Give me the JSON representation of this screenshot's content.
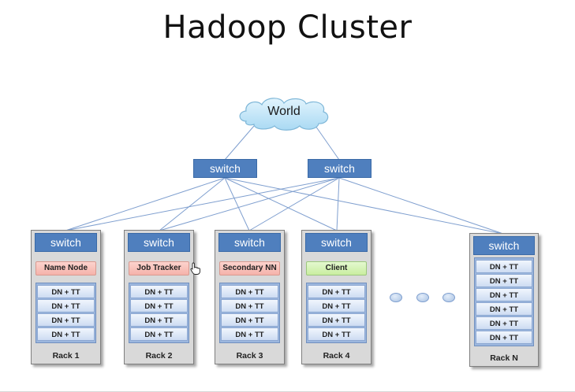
{
  "title": "Hadoop Cluster",
  "cloud": {
    "label": "World"
  },
  "core_switches": [
    "switch",
    "switch"
  ],
  "racks": [
    {
      "switch": "switch",
      "role": "Name Node",
      "role_type": "red",
      "nodes": [
        "DN + TT",
        "DN + TT",
        "DN + TT",
        "DN + TT"
      ],
      "label": "Rack 1"
    },
    {
      "switch": "switch",
      "role": "Job Tracker",
      "role_type": "red",
      "nodes": [
        "DN + TT",
        "DN + TT",
        "DN + TT",
        "DN + TT"
      ],
      "label": "Rack 2"
    },
    {
      "switch": "switch",
      "role": "Secondary NN",
      "role_type": "red",
      "nodes": [
        "DN + TT",
        "DN + TT",
        "DN + TT",
        "DN + TT"
      ],
      "label": "Rack 3"
    },
    {
      "switch": "switch",
      "role": "Client",
      "role_type": "green",
      "nodes": [
        "DN + TT",
        "DN + TT",
        "DN + TT",
        "DN + TT"
      ],
      "label": "Rack 4"
    },
    {
      "switch": "switch",
      "role": "",
      "role_type": "",
      "nodes": [
        "DN + TT",
        "DN + TT",
        "DN + TT",
        "DN + TT",
        "DN + TT",
        "DN + TT"
      ],
      "label": "Rack N"
    }
  ],
  "ellipsis_dots": 3,
  "colors": {
    "switch": "#4f7fbe",
    "link": "#7f9fcf",
    "rack": "#d9d9d9",
    "role_red": "#f5b2aa",
    "role_green": "#c9ee9f",
    "node": "#cddcf2",
    "cloud": "#bfe3f7"
  },
  "icons": {
    "pointer": "hand-pointer-icon"
  }
}
